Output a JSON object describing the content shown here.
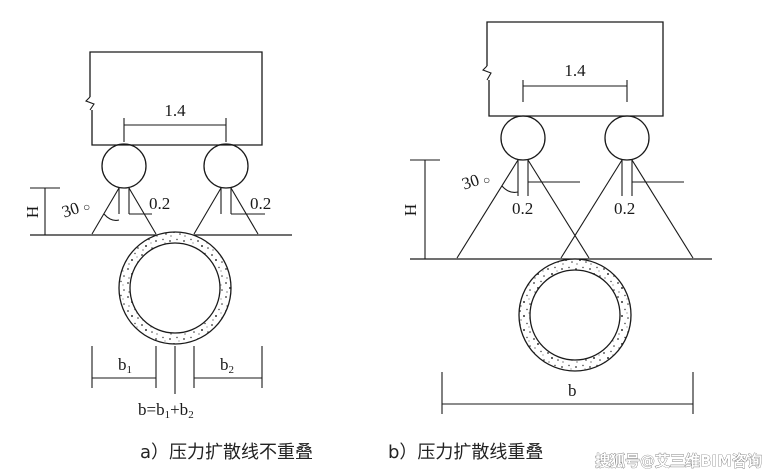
{
  "diagram_a": {
    "width_label": "1.4",
    "angle_label": "30",
    "angle_unit": "○",
    "offset_left": "0.2",
    "offset_right": "0.2",
    "height_label": "H",
    "b1_base": "b",
    "b1_sub": "1",
    "b2_base": "b",
    "b2_sub": "2",
    "formula_part1": "b=b",
    "formula_sub1": "1",
    "formula_part2": "+b",
    "formula_sub2": "2",
    "caption": "a）压力扩散线不重叠"
  },
  "diagram_b": {
    "width_label": "1.4",
    "angle_label": "30",
    "angle_unit": "○",
    "offset_left": "0.2",
    "offset_right": "0.2",
    "height_label": "H",
    "b_label": "b",
    "caption": "b）压力扩散线重叠"
  },
  "watermark": "搜狐号@艾三维BIM咨询"
}
